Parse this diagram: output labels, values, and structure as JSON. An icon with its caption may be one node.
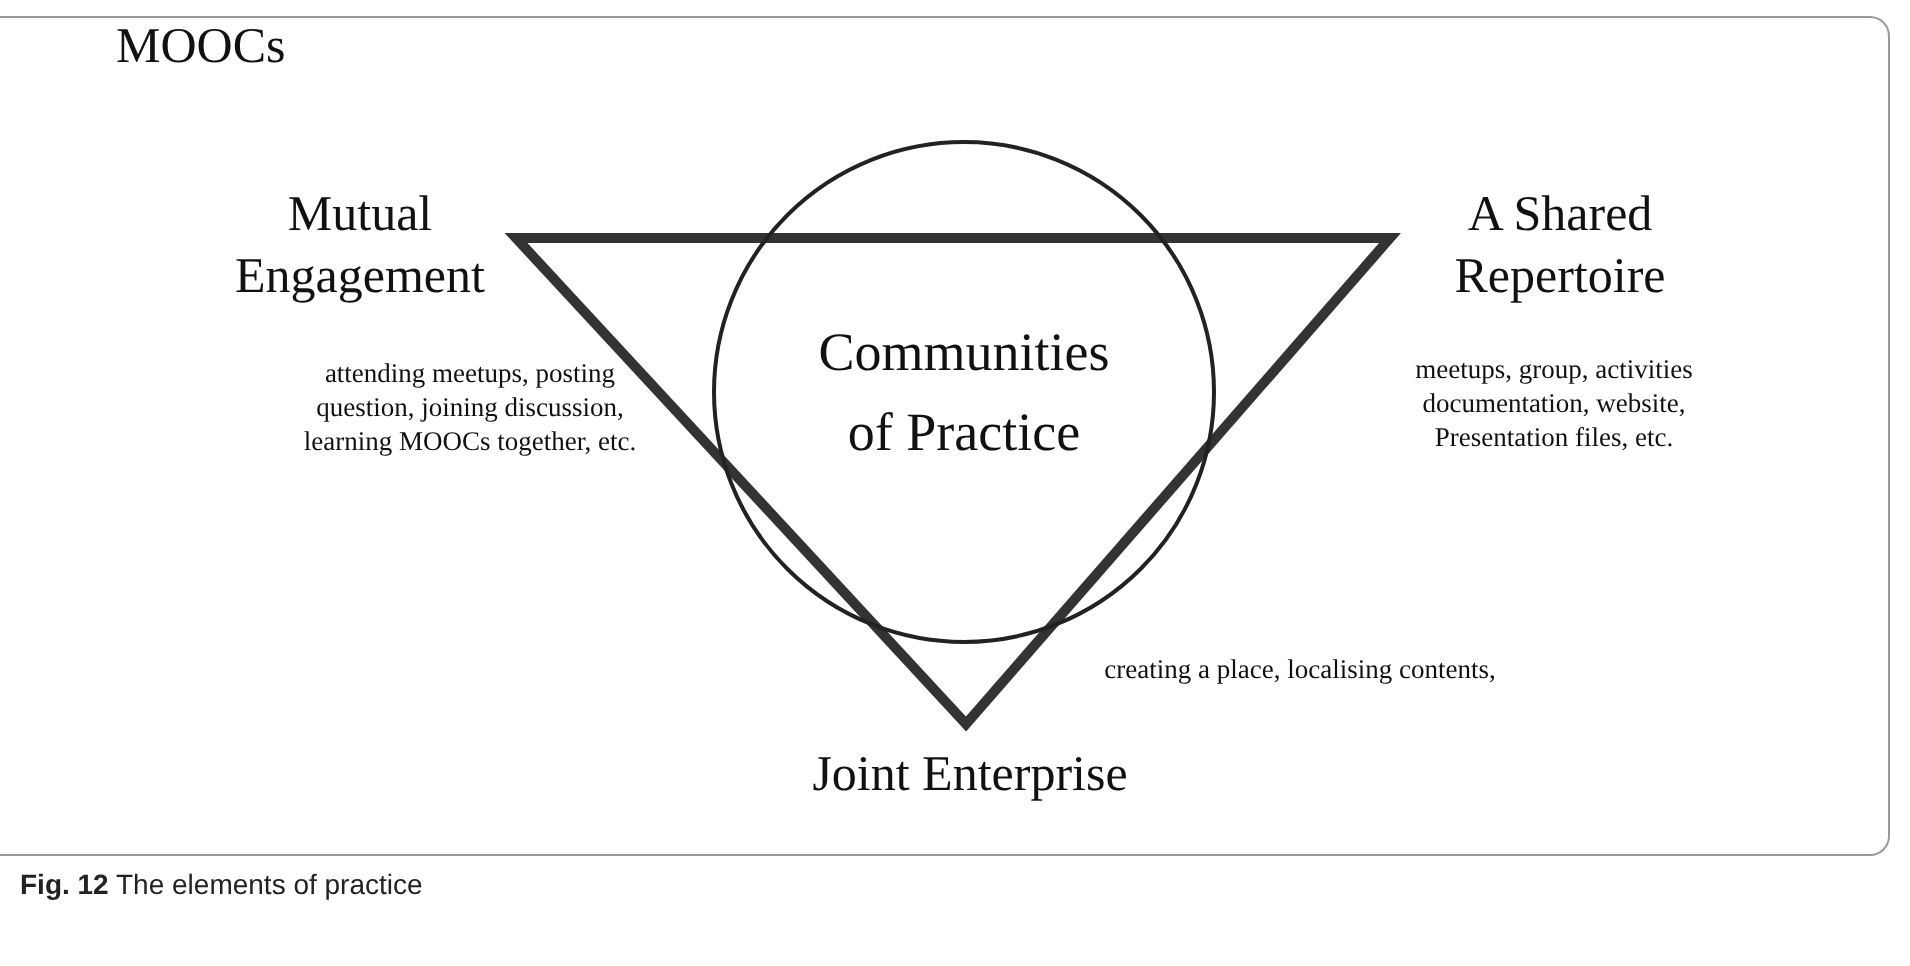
{
  "diagram": {
    "caption": "**Fig. 12** The elements of practice",
    "nodes": [
      {
        "text": [
          "Communities of Practice"
        ]
      }
    ],
    "labels": [
      "MOOCs",
      "Mutual Engagement",
      "A Shared Repertoire",
      "attending meetups, posting question, joining discussion, learning MOOCs together, etc.",
      "meetups, group, activities documentation, website, Presentation files, etc.",
      "creating a place, localising contents,",
      "Joint Enterprise"
    ]
  }
}
